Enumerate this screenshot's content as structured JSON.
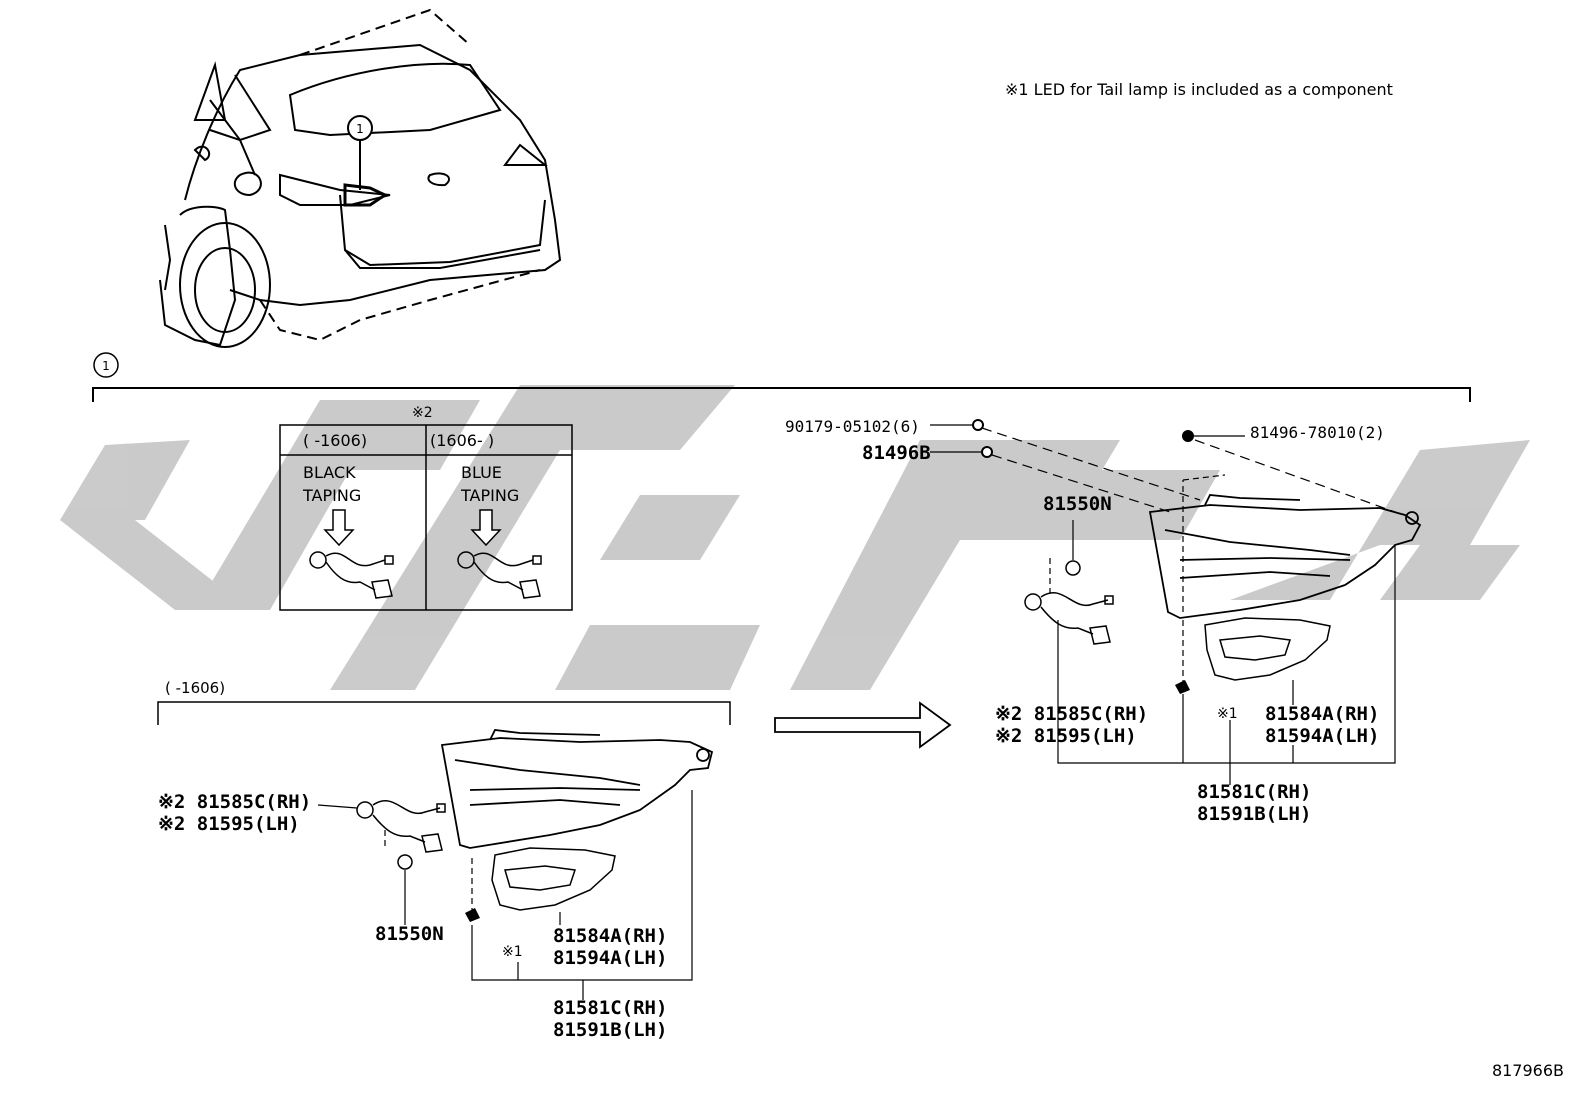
{
  "diagram": {
    "note": "※1 LED for Tail lamp is included as a component",
    "drawing_number": "817966B",
    "callout_marker": "1",
    "taping_table": {
      "marker": "※2",
      "columns": [
        {
          "header": "(      -1606)",
          "line1": "BLACK",
          "line2": "TAPING"
        },
        {
          "header": "(1606-      )",
          "line1": "BLUE",
          "line2": "TAPING"
        }
      ]
    },
    "old_version": {
      "range_label": "(      -1606)",
      "socket_rh": "※2 81585C(RH)",
      "socket_lh": "※2 81595(LH)",
      "bulb": "81550N",
      "cover_rh": "81584A(RH)",
      "cover_lh": "81594A(LH)",
      "led_marker": "※1",
      "lamp_rh": "81581C(RH)",
      "lamp_lh": "81591B(LH)"
    },
    "new_version": {
      "nut": "90179-05102(6)",
      "grommet": "81496B",
      "clip": "81496-78010(2)",
      "bulb": "81550N",
      "socket_rh": "※2 81585C(RH)",
      "socket_lh": "※2 81595(LH)",
      "cover_rh": "81584A(RH)",
      "cover_lh": "81594A(LH)",
      "led_marker": "※1",
      "lamp_rh": "81581C(RH)",
      "lamp_lh": "81591B(LH)"
    },
    "watermark_color": "#c8c8c8"
  }
}
